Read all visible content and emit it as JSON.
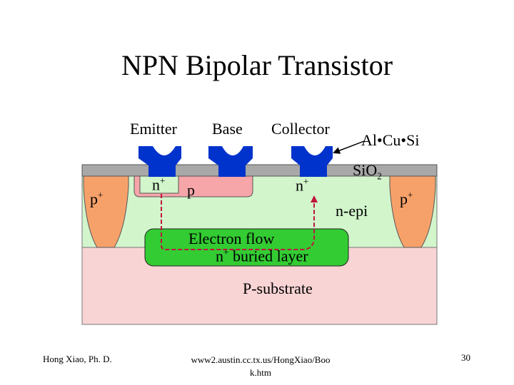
{
  "title": "NPN Bipolar Transistor",
  "terminals": {
    "emitter": "Emitter",
    "base": "Base",
    "collector": "Collector"
  },
  "metal": "Al•Cu•Si",
  "oxide": {
    "base": "SiO",
    "sub": "2"
  },
  "doping": {
    "n_plus": {
      "base": "n",
      "sup": "+"
    },
    "p_plus": {
      "base": "p",
      "sup": "+"
    },
    "p": "p",
    "n_epi": "n-epi"
  },
  "electron_flow": "Electron flow",
  "buried_layer": {
    "base": "n",
    "sup": "+",
    "rest": " buried layer"
  },
  "substrate": "P-substrate",
  "footer": {
    "author": "Hong Xiao, Ph. D.",
    "url_line1": "www2.austin.cc.tx.us/HongXiao/Boo",
    "url_line2": "k.htm",
    "page": "30"
  },
  "colors": {
    "substrate": "#f9d4d4",
    "epi": "#d2f5cc",
    "buried": "#33cc33",
    "p_plus": "#f7a16a",
    "base_p": "#f6a5a9",
    "oxide": "#a8a8a8",
    "metal": "#0033cc",
    "flow": "#c0143c"
  }
}
